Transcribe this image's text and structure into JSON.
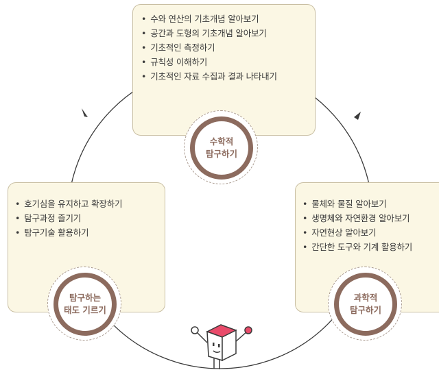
{
  "math": {
    "items": [
      "수와 연산의 기초개념 알아보기",
      "공간과 도형의 기초개념 알아보기",
      "기초적인 측정하기",
      "규칙성 이해하기",
      "기초적인 자료 수집과 결과 나타내기"
    ],
    "label_line1": "수학적",
    "label_line2": "탐구하기"
  },
  "attitude": {
    "items": [
      "호기심을 유지하고 확장하기",
      "탐구과정 즐기기",
      "탐구기술 활용하기"
    ],
    "label_line1": "탐구하는",
    "label_line2": "태도 기르기"
  },
  "science": {
    "items": [
      "물체와 물질 알아보기",
      "생명체와 자연환경 알아보기",
      "자연현상 알아보기",
      "간단한 도구와 기계 활용하기"
    ],
    "label_line1": "과학적",
    "label_line2": "탐구하기"
  },
  "colors": {
    "box_fill": "#fbf7e4",
    "box_border": "#c9bfa3",
    "badge_ring": "#8c6b5e",
    "cycle_line": "#3a3a3a",
    "mascot_top": "#e94b6a"
  }
}
